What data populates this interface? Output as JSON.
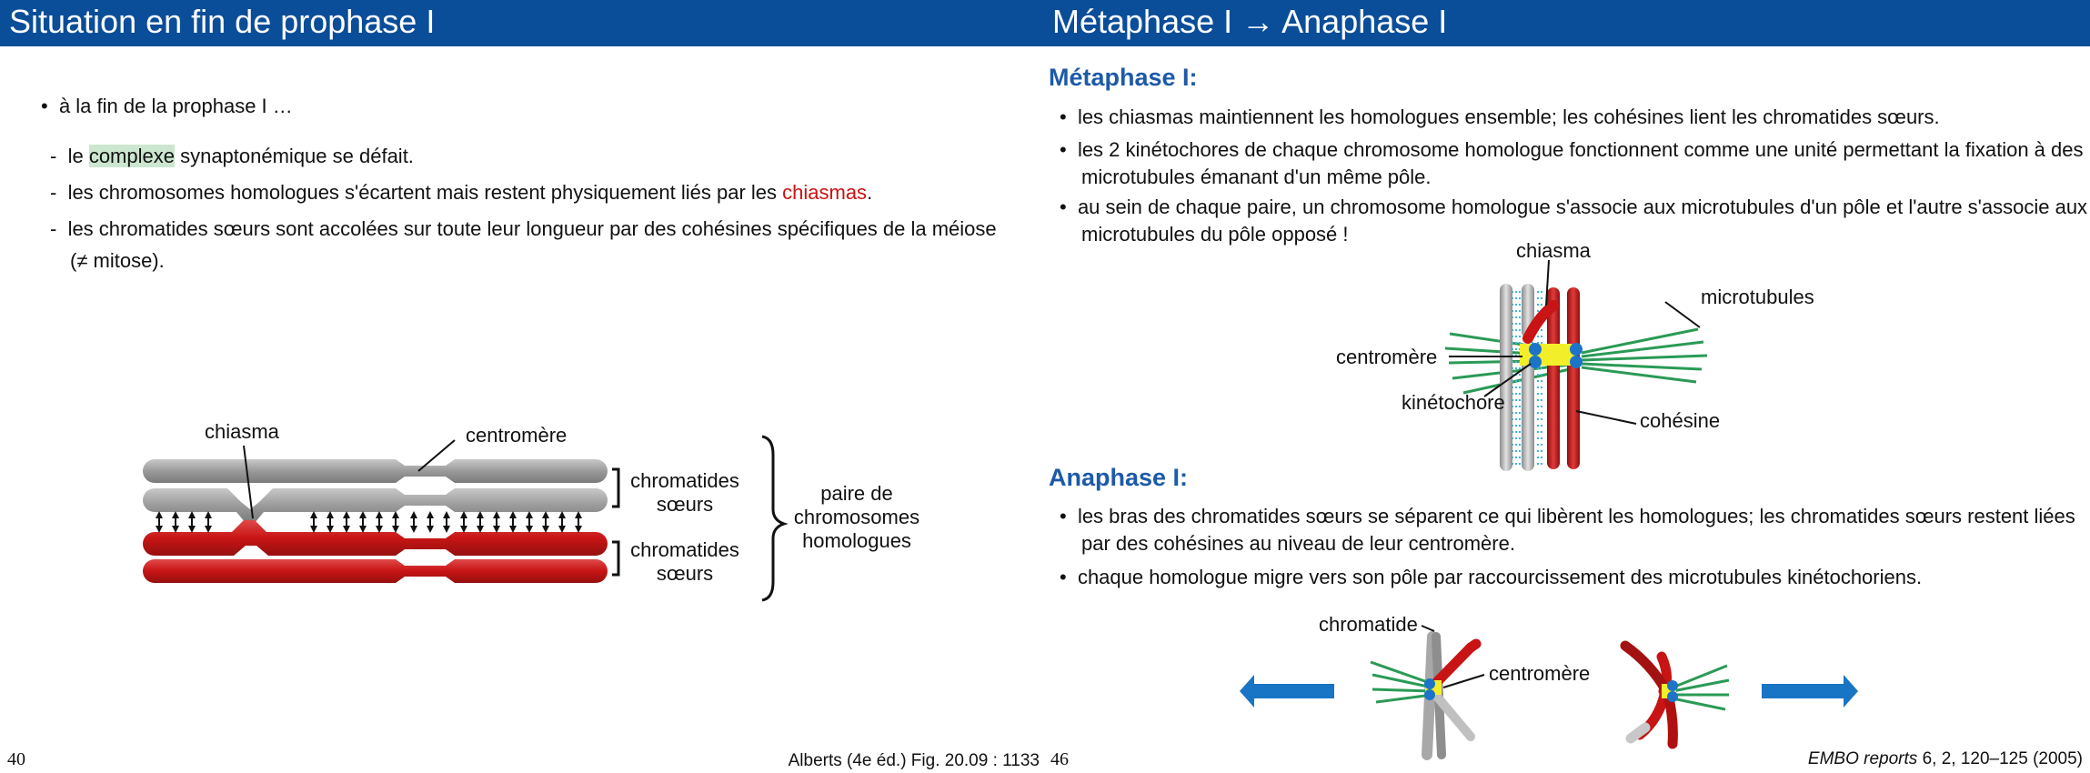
{
  "left_slide": {
    "title": "Situation en fin de prophase I",
    "intro_bullet": "à la fin de la prophase I …",
    "dash_items": [
      {
        "before": "le ",
        "highlight": "complexe",
        "after": " synaptonémique se défait."
      },
      {
        "before": "les chromosomes homologues s'écartent mais restent physiquement liés par les ",
        "highlight": "chiasmas",
        "after": "."
      },
      {
        "line1": "les chromatides sœurs sont accolées sur toute leur longueur par des cohésines spécifiques de la méiose",
        "line2": "(≠ mitose)."
      }
    ],
    "diagram": {
      "chiasma_label": "chiasma",
      "centromere_label": "centromère",
      "sister_top_label": [
        "chromatides",
        "sœurs"
      ],
      "sister_bottom_label": [
        "chromatides",
        "sœurs"
      ],
      "pair_label": [
        "paire de",
        "chromosomes",
        "homologues"
      ]
    },
    "page_number": "40",
    "citation": "Alberts (4e éd.) Fig. 20.09 : 1133",
    "colors": {
      "gray_chromosome": "#9a9a9a",
      "red_chromosome": "#c81414",
      "title_bar": "#0a4d99"
    }
  },
  "right_slide": {
    "title": "Métaphase I → Anaphase I",
    "metaphase": {
      "heading": "Métaphase I:",
      "bullets": [
        [
          "les chiasmas maintiennent les homologues ensemble; les cohésines lient les chromatides sœurs."
        ],
        [
          "les 2 kinétochores de chaque chromosome homologue fonctionnent comme une unité permettant la fixation à des",
          "microtubules émanant d'un même pôle."
        ],
        [
          "au sein de chaque paire, un chromosome homologue s'associe aux microtubules d'un pôle et l'autre s'associe aux",
          "microtubules du pôle opposé !"
        ]
      ],
      "diagram_labels": {
        "chiasma": "chiasma",
        "microtubules": "microtubules",
        "centromere": "centromère",
        "kinetochore": "kinétochore",
        "cohesine": "cohésine"
      }
    },
    "anaphase": {
      "heading": "Anaphase I:",
      "bullets": [
        [
          "les bras des chromatides sœurs se séparent ce qui libèrent les homologues; les chromatides sœurs restent liées",
          "par des cohésines au niveau de leur centromère."
        ],
        [
          "chaque homologue migre vers son pôle par raccourcissement des microtubules kinétochoriens."
        ]
      ],
      "diagram_labels": {
        "chromatide": "chromatide",
        "centromere": "centromère"
      }
    },
    "page_number": "46",
    "citation_journal": "EMBO reports",
    "citation_rest": " 6, 2, 120–125 (2005)",
    "colors": {
      "arrow_blue": "#1874c4",
      "microtubule_green": "#2a9a55",
      "kinetochore_blue": "#1c74c8",
      "centromere_yellow": "#f2ef2a",
      "cohesin_cyan": "#39b8e0"
    }
  }
}
